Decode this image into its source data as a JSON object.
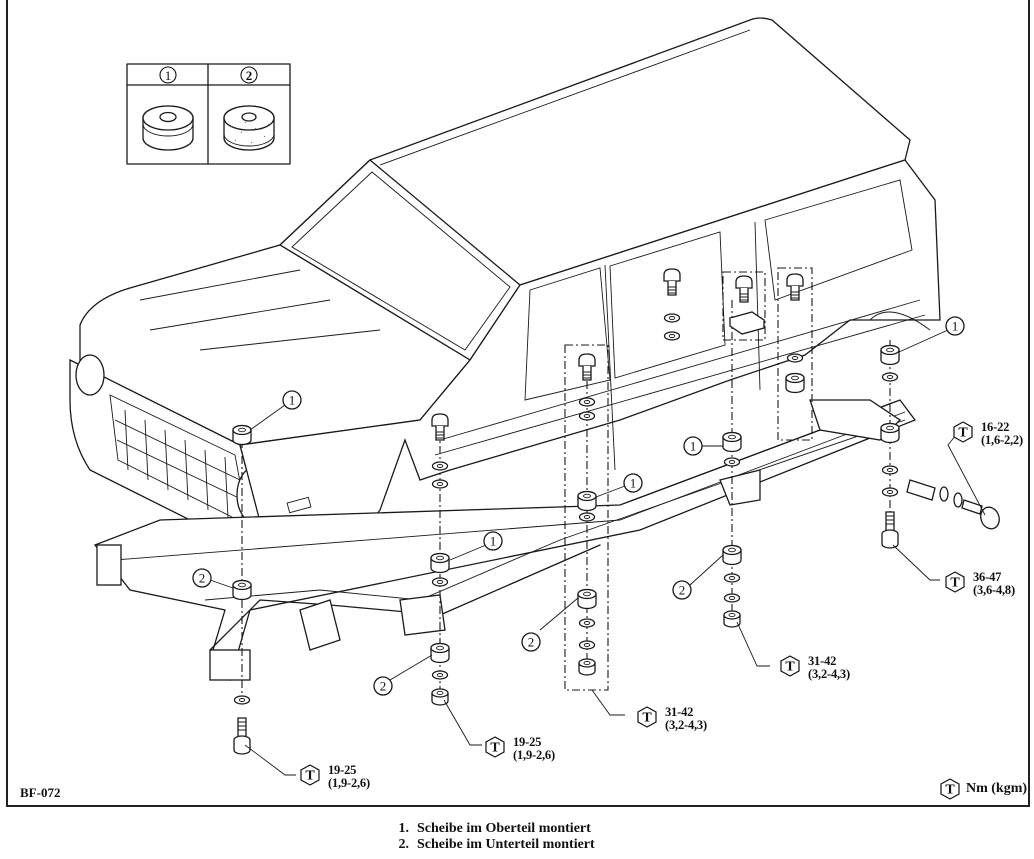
{
  "diagram_id": "BF-072",
  "unit_legend": {
    "icon": "torque-hex-icon",
    "symbol": "T",
    "text": "Nm (kgm)"
  },
  "inset": {
    "columns": [
      {
        "number": "1",
        "description": "bushing-with-washer-on-top"
      },
      {
        "number": "2",
        "description": "bushing-with-washer-on-bottom"
      }
    ]
  },
  "callouts": [
    {
      "number": "1",
      "location": "front-mount-top"
    },
    {
      "number": "2",
      "location": "front-mount-bottom"
    },
    {
      "number": "1",
      "location": "second-mount-top"
    },
    {
      "number": "2",
      "location": "second-mount-bottom"
    },
    {
      "number": "1",
      "location": "center-mount-top"
    },
    {
      "number": "2",
      "location": "center-mount-bottom"
    },
    {
      "number": "1",
      "location": "rear-inner-mount-top"
    },
    {
      "number": "2",
      "location": "rear-inner-mount-bottom"
    },
    {
      "number": "1",
      "location": "rear-outer-mount-top"
    }
  ],
  "torque_specs": [
    {
      "id": "front-bolt",
      "nm": "19-25",
      "kgm": "(1,9-2,6)"
    },
    {
      "id": "second-nut",
      "nm": "19-25",
      "kgm": "(1,9-2,6)"
    },
    {
      "id": "center-nut",
      "nm": "31-42",
      "kgm": "(3,2-4,3)"
    },
    {
      "id": "rear-inner-nut",
      "nm": "31-42",
      "kgm": "(3,2-4,3)"
    },
    {
      "id": "rear-outer-bolt",
      "nm": "36-47",
      "kgm": "(3,6-4,8)"
    },
    {
      "id": "rear-side-bolt",
      "nm": "16-22",
      "kgm": "(1,6-2,2)"
    }
  ],
  "notes": [
    {
      "number": "1.",
      "text": "Scheibe im Oberteil montiert"
    },
    {
      "number": "2.",
      "text": "Scheibe im Unterteil montiert"
    }
  ]
}
